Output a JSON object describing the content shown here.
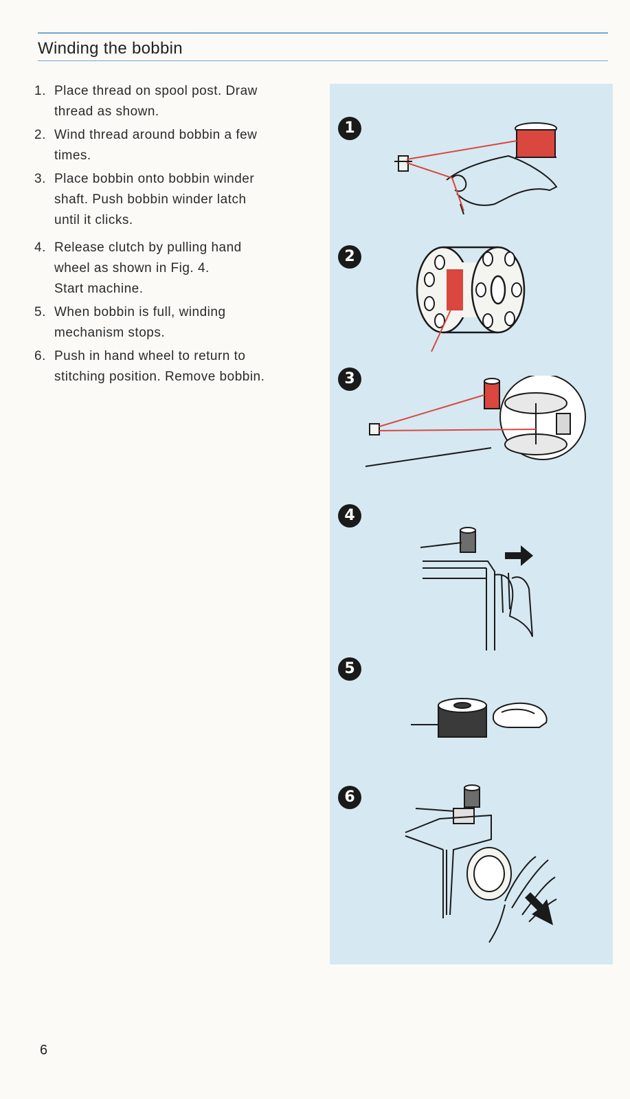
{
  "header": {
    "title": "Winding the bobbin"
  },
  "steps": [
    {
      "number": "1.",
      "lines": [
        "Place thread on spool post.  Draw",
        "thread as shown."
      ]
    },
    {
      "number": "2.",
      "lines": [
        "Wind thread around bobbin a few",
        "times."
      ]
    },
    {
      "number": "3.",
      "lines": [
        "Place bobbin onto bobbin winder",
        "shaft.  Push bobbin winder latch",
        "until it clicks."
      ]
    },
    {
      "number": "4.",
      "lines": [
        "Release clutch by pulling hand",
        "wheel as shown in Fig. 4.",
        "Start machine."
      ]
    },
    {
      "number": "5.",
      "lines": [
        "When bobbin is full, winding",
        "mechanism stops."
      ]
    },
    {
      "number": "6.",
      "lines": [
        "Push in hand wheel to return to",
        "stitching position. Remove bobbin."
      ]
    }
  ],
  "figures": [
    {
      "badge": "1",
      "icon": "spool-thread-hand-illustration"
    },
    {
      "badge": "2",
      "icon": "bobbin-wind-illustration"
    },
    {
      "badge": "3",
      "icon": "bobbin-winder-shaft-illustration"
    },
    {
      "badge": "4",
      "icon": "hand-wheel-pull-illustration"
    },
    {
      "badge": "5",
      "icon": "full-bobbin-stop-illustration"
    },
    {
      "badge": "6",
      "icon": "hand-wheel-push-illustration"
    }
  ],
  "footer": {
    "page_number": "6"
  },
  "colors": {
    "accent_rule": "#6fa9cf",
    "panel": "#d6e8f1",
    "thread": "#d9473f"
  }
}
